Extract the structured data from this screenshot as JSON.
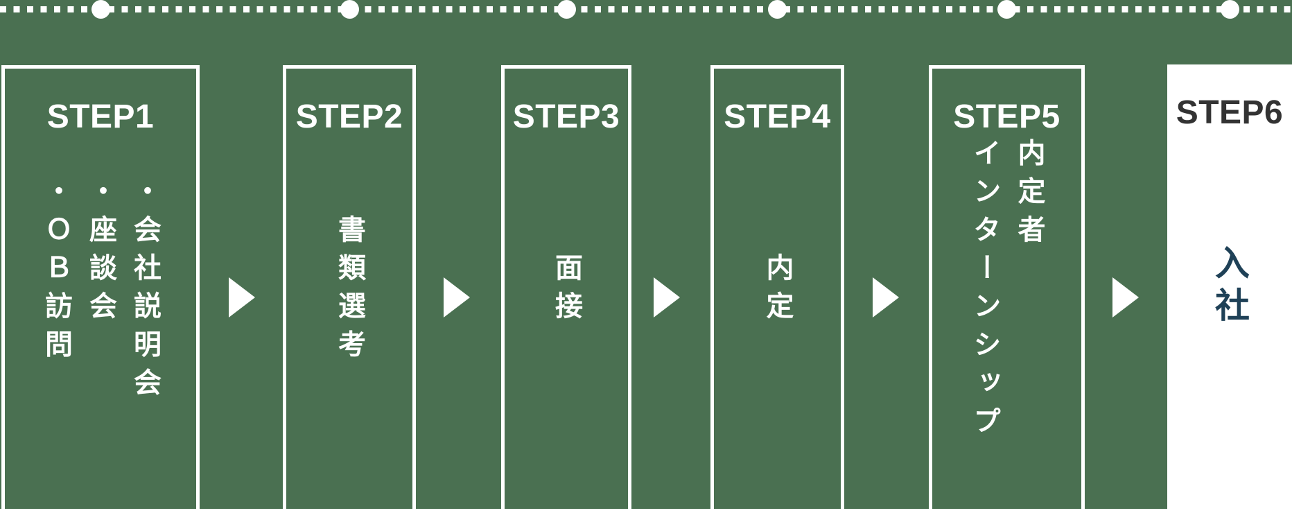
{
  "colors": {
    "background_green": "#4A7051",
    "line_and_border_white": "#FFFFFF",
    "final_box_background": "#FFFFFF",
    "final_label_gray": "#333333",
    "final_text_navy": "#1F4157"
  },
  "timeline": {
    "node_count": 6
  },
  "steps": [
    {
      "label": "STEP1",
      "items": [
        "・会社説明会",
        "・座談会",
        "・ＯＢ訪問"
      ]
    },
    {
      "label": "STEP2",
      "items": [
        "書類選考"
      ]
    },
    {
      "label": "STEP3",
      "items": [
        "面接"
      ]
    },
    {
      "label": "STEP4",
      "items": [
        "内定"
      ]
    },
    {
      "label": "STEP5",
      "items": [
        "内定者",
        "インターンシップ"
      ]
    },
    {
      "label": "STEP6",
      "items": [
        "入社"
      ]
    }
  ]
}
